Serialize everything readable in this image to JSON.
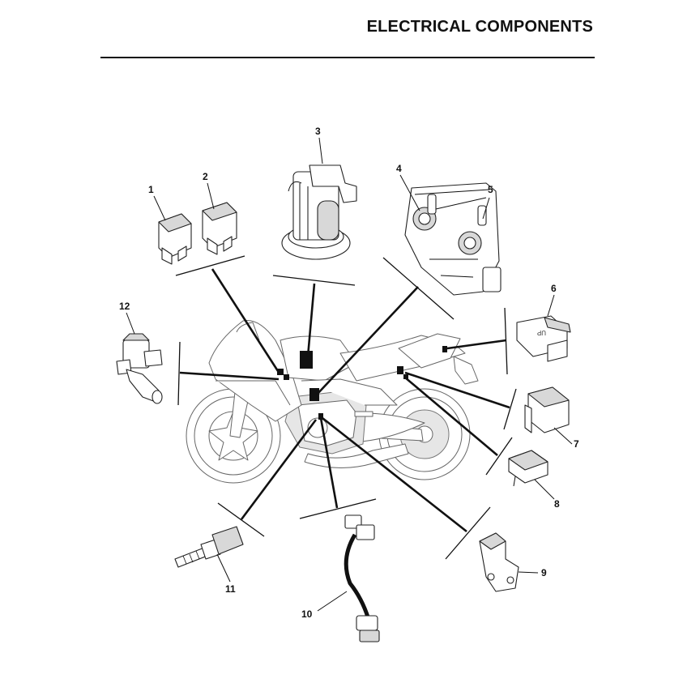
{
  "header": {
    "title": "ELECTRICAL COMPONENTS"
  },
  "callouts": [
    "1",
    "2",
    "3",
    "4",
    "5",
    "6",
    "7",
    "8",
    "9",
    "10",
    "11",
    "12"
  ],
  "components": [
    {
      "id": "1",
      "icon": "relay-icon"
    },
    {
      "id": "2",
      "icon": "relay-icon"
    },
    {
      "id": "3",
      "icon": "fuel-pump-icon"
    },
    {
      "id": "4",
      "icon": "throttle-body-icon"
    },
    {
      "id": "5",
      "icon": "injector-icon"
    },
    {
      "id": "6",
      "icon": "relay-unit-icon"
    },
    {
      "id": "7",
      "icon": "relay-icon"
    },
    {
      "id": "8",
      "icon": "flasher-relay-icon"
    },
    {
      "id": "9",
      "icon": "crank-sensor-icon"
    },
    {
      "id": "10",
      "icon": "wire-harness-icon"
    },
    {
      "id": "11",
      "icon": "temperature-sensor-icon"
    },
    {
      "id": "12",
      "icon": "air-induction-valve-icon"
    }
  ]
}
